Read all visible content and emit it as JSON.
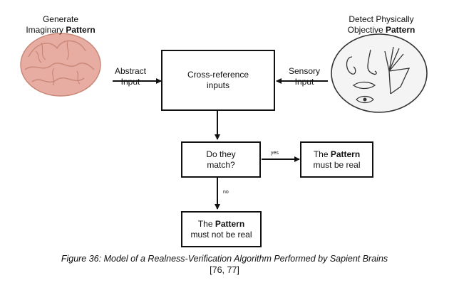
{
  "generate": {
    "line1": "Generate",
    "line2_prefix": "Imaginary ",
    "line2_bold": "Pattern"
  },
  "detect": {
    "line1": "Detect Physically",
    "line2_prefix": "Objective ",
    "line2_bold": "Pattern"
  },
  "abstract_input": {
    "line1": "Abstract",
    "line2": "Input"
  },
  "sensory_input": {
    "line1": "Sensory",
    "line2": "Input"
  },
  "cross_reference": {
    "line1": "Cross-reference",
    "line2": "inputs"
  },
  "decision": {
    "line1": "Do they",
    "line2": "match?"
  },
  "yes_label": "yes",
  "no_label": "no",
  "real_box": {
    "prefix": "The ",
    "bold": "Pattern",
    "line2": "must be real"
  },
  "not_real_box": {
    "prefix": "The ",
    "bold": "Pattern",
    "line2": "must not be real"
  },
  "caption": {
    "line1": "Figure 36: Model of a Realness-Verification Algorithm Performed by Sapient Brains",
    "line2": "[76, 77]"
  },
  "colors": {
    "brain_fill": "#e8ada2",
    "brain_stroke": "#c98778",
    "line": "#111111",
    "sense_oval": "#f4f4f4"
  },
  "icons": {
    "brain": "brain-icon",
    "senses": "senses-icon"
  }
}
